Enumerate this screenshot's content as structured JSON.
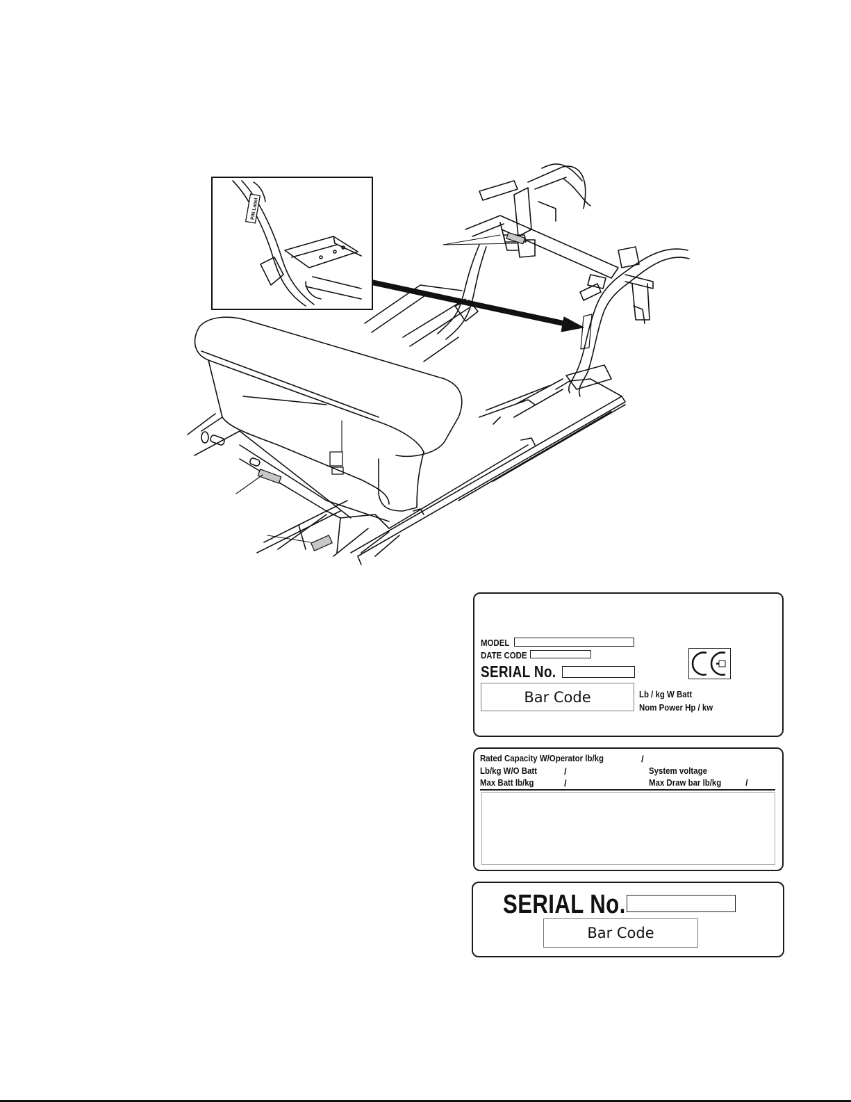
{
  "figure": {
    "inset_label_text": "P/N Label"
  },
  "plate_main": {
    "model_label": "MODEL",
    "date_code_label": "DATE CODE",
    "serial_label": "SERIAL No.",
    "barcode_text": "Bar Code",
    "weight_label": "Lb / kg W Batt",
    "power_label": "Nom Power Hp / kw",
    "ce_mark": "CE"
  },
  "plate_capacity": {
    "rated_capacity_label": "Rated Capacity W/Operator lb/kg",
    "lb_wo_batt_label": "Lb/kg W/O Batt",
    "max_batt_label": "Max Batt lb/kg",
    "system_voltage_label": "System voltage",
    "max_drawbar_label": "Max Draw bar lb/kg",
    "slash": "/"
  },
  "plate_serial": {
    "serial_label": "SERIAL No.",
    "barcode_text": "Bar Code"
  }
}
